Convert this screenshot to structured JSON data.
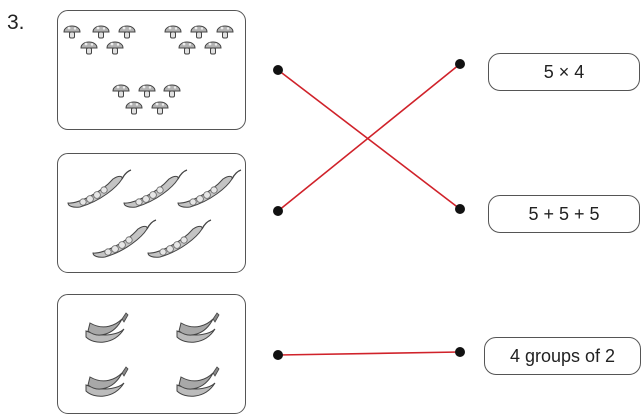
{
  "question_number": "3.",
  "pictures": [
    {
      "name": "mushrooms",
      "icon": "mushroom-icon",
      "groups": [
        5,
        5,
        5
      ]
    },
    {
      "name": "pea-pods",
      "icon": "pea-pod-icon",
      "count": 5
    },
    {
      "name": "bananas",
      "icon": "banana-bunch-icon",
      "groups": [
        2,
        2,
        2,
        2
      ]
    }
  ],
  "answers": [
    {
      "label": "5 × 4"
    },
    {
      "label": "5 + 5 + 5"
    },
    {
      "label": "4 groups of 2"
    }
  ],
  "connections": [
    {
      "from": "mushrooms",
      "to": "5 + 5 + 5"
    },
    {
      "from": "pea-pods",
      "to": "5 × 4"
    },
    {
      "from": "bananas",
      "to": "4 groups of 2"
    }
  ],
  "colors": {
    "line": "#d0222a",
    "dot": "#111111",
    "border": "#555555",
    "item_fill": "#b5b5b5"
  }
}
